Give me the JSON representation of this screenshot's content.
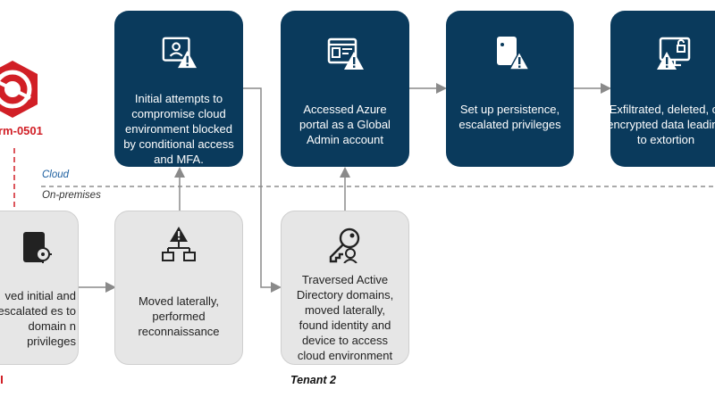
{
  "actor": {
    "name": "rm-0501",
    "color": "#d11f26"
  },
  "zones": {
    "cloud": "Cloud",
    "onprem": "On-premises"
  },
  "tenant_label": "Tenant 2",
  "cloud_steps": [
    {
      "id": "c1",
      "icon": "user-warning-icon",
      "text": "Initial attempts to compromise cloud environment blocked by conditional access and MFA."
    },
    {
      "id": "c2",
      "icon": "portal-warning-icon",
      "text": "Accessed Azure portal as a Global Admin account"
    },
    {
      "id": "c3",
      "icon": "device-warning-icon",
      "text": "Set up persistence, escalated privileges"
    },
    {
      "id": "c4",
      "icon": "monitor-lock-warning-icon",
      "text": "Exfiltrated, deleted, or encrypted data leading to extortion"
    }
  ],
  "onprem_steps": [
    {
      "id": "o1",
      "icon": "device-target-icon",
      "text": "ved initial and escalated es to domain n privileges"
    },
    {
      "id": "o2",
      "icon": "network-warning-icon",
      "text": "Moved laterally, performed reconnaissance"
    },
    {
      "id": "o3",
      "icon": "key-identity-icon",
      "text": "Traversed Active Directory domains, moved laterally, found identity and device to access cloud environment"
    }
  ],
  "colors": {
    "cloud_box": "#0a3a5c",
    "onprem_box": "#e6e6e6",
    "arrow": "#8a8a8a",
    "divider": "#555555",
    "cloud_label": "#1d5fa0"
  }
}
